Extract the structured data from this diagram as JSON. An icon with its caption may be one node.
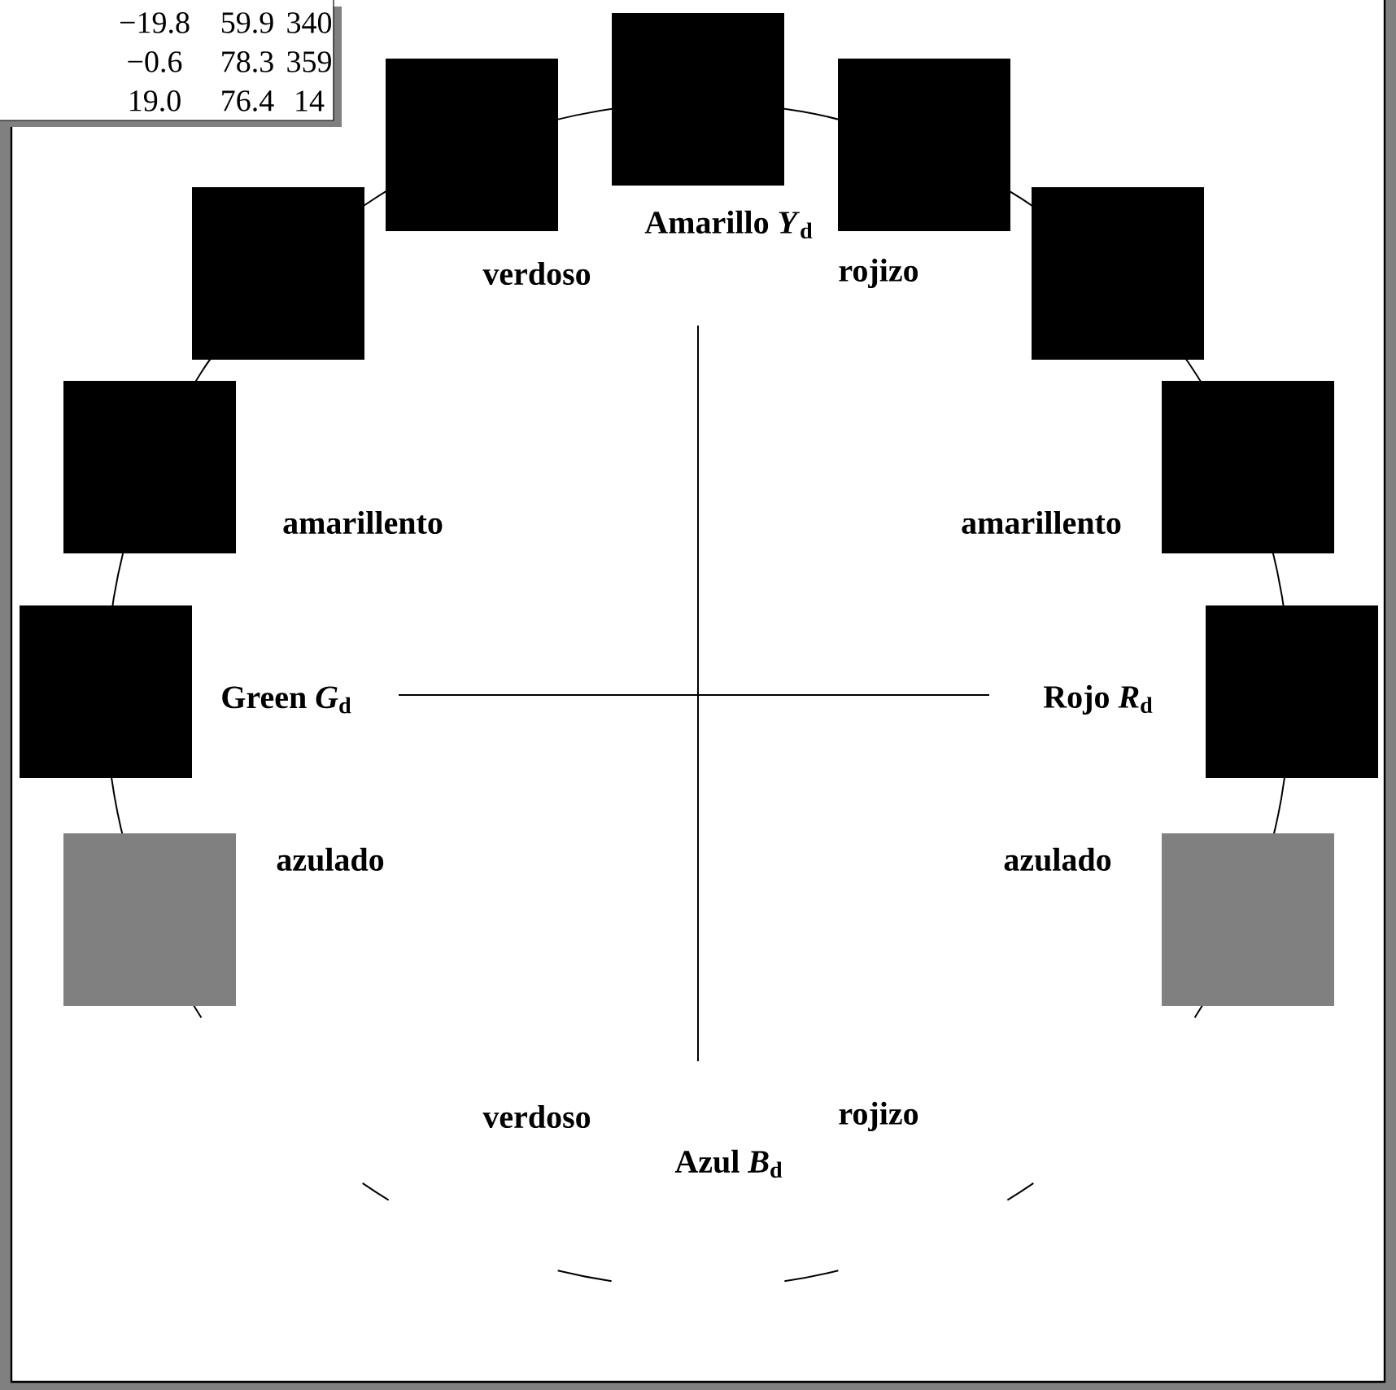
{
  "diagram": {
    "labels": [
      "−19.8",
      "59.9",
      "340",
      "−0.6",
      "78.3",
      "359",
      "19.0",
      "76.4",
      "14",
      "Amarillo *Y*$_{d}$",
      "verdoso",
      "rojizo",
      "amarillento",
      "amarillento",
      "Green *G*$_{d}$",
      "Rojo *R*$_{d}$",
      "azulado",
      "azulado",
      "verdoso",
      "rojizo",
      "Azul *B*$_{d}$"
    ]
  }
}
